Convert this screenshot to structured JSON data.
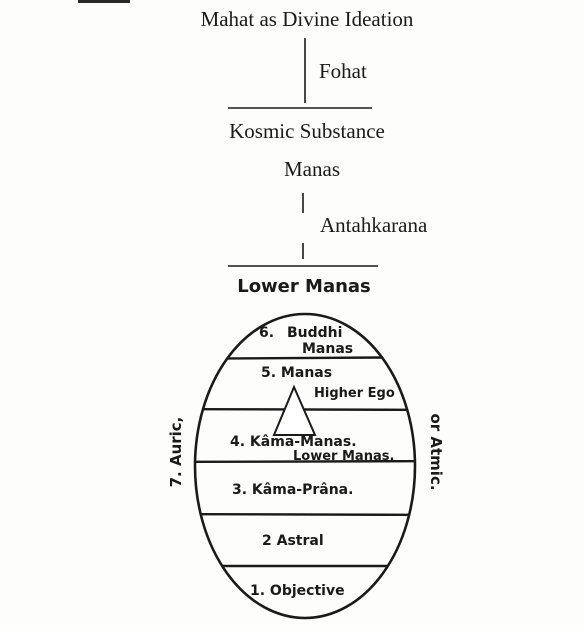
{
  "header": {
    "title": "Mahat as Divine Ideation",
    "link_1": "Fohat",
    "level_2": "Kosmic Substance",
    "level_3": "Manas",
    "link_2": "Antahkarana",
    "level_4": "Lower Manas"
  },
  "egg": {
    "band_6_number": "6.",
    "band_6_label_a": "Buddhi",
    "band_6_label_b": "Manas",
    "band_5": "5.  Manas",
    "higher_ego": "Higher Ego",
    "band_4": "4. Kâma-Manas.",
    "lower_manas": "Lower Manas.",
    "band_3": "3. Kâma-Prâna.",
    "band_2": "2 Astral",
    "band_1": "1. Objective",
    "left_side": "7. Auric,",
    "right_side": "or Atmic."
  },
  "colors": {
    "ink": "#1a1a1a",
    "paper": "#fdfdfc"
  }
}
